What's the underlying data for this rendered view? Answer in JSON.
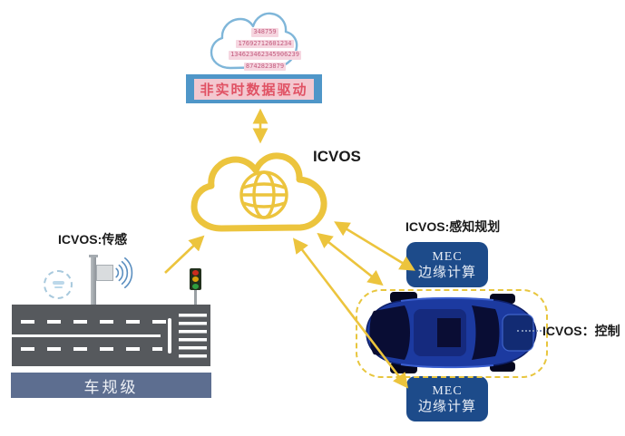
{
  "diagram": {
    "data_cloud": {
      "numbers": [
        "348759",
        "17692712601234",
        "134623462345906239",
        "8742823879"
      ]
    },
    "banner": {
      "label": "非实时数据驱动"
    },
    "icvos_cloud": {
      "label": "ICVOS"
    },
    "sensor": {
      "label": "ICVOS:传感"
    },
    "road": {
      "caption": "车规级"
    },
    "mec_top": {
      "header": "ICVOS:感知规划",
      "title": "MEC",
      "subtitle": "边缘计算"
    },
    "mec_bottom": {
      "title": "MEC",
      "subtitle": "边缘计算"
    },
    "vehicle": {
      "label": "ICVOS：控制"
    },
    "colors": {
      "accent_yellow": "#ecc43d",
      "data_cloud_blue": "#7fb6d9",
      "banner_blue": "#4f96c8",
      "banner_pink": "#f3c8d0",
      "banner_text_red": "#e05264",
      "number_pink": "#c25a7d",
      "mec_navy": "#1d4b8a",
      "road_gray": "#56595d",
      "caption_slate": "#5d6e90",
      "car_blue": "#1c3aa0"
    }
  }
}
